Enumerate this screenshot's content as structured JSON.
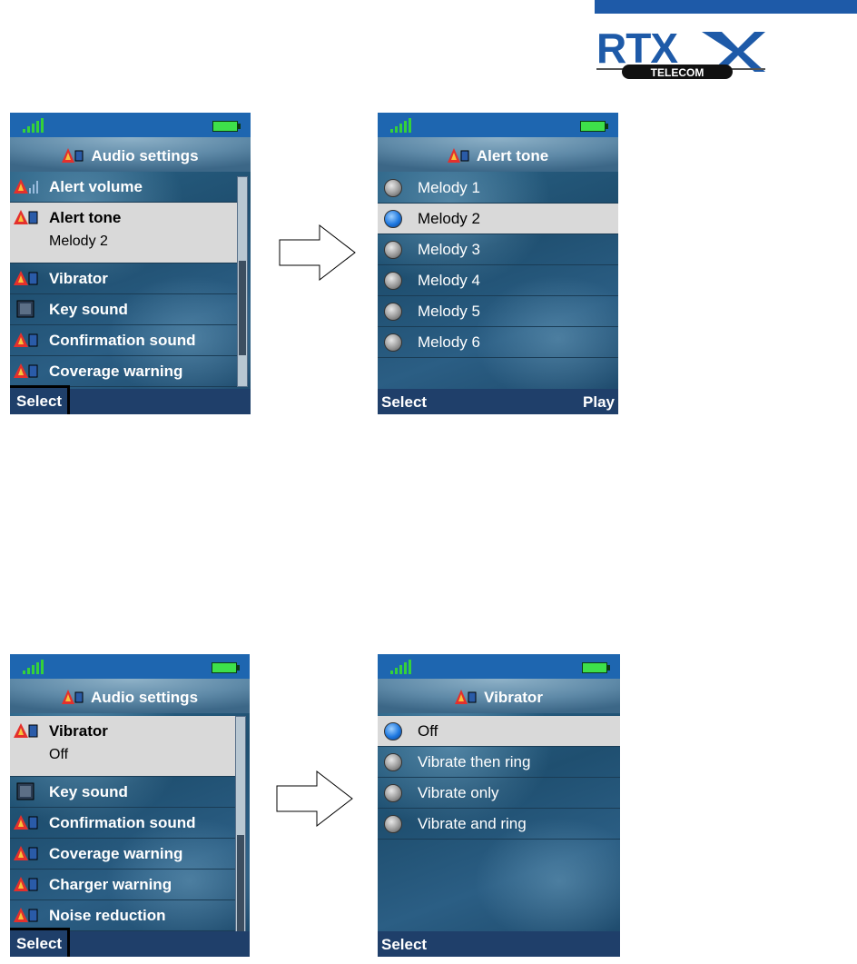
{
  "brand": {
    "logo_text": "RTX",
    "logo_subtext": "TELECOM"
  },
  "colors": {
    "status_bar": "#1e66b0",
    "selection": "#d9d9d9",
    "softkey_bar": "#1f3f6a",
    "brand_blue": "#1e5aa8"
  },
  "screen1": {
    "title": "Audio settings",
    "items": [
      {
        "label": "Alert volume",
        "icon": "audio-volume-icon"
      },
      {
        "label": "Alert tone",
        "value": "Melody 2",
        "icon": "audio-tone-icon",
        "selected": true
      },
      {
        "label": "Vibrator",
        "icon": "vibrator-icon"
      },
      {
        "label": "Key sound",
        "icon": "keypad-icon"
      },
      {
        "label": "Confirmation sound",
        "icon": "audio-icon"
      },
      {
        "label": "Coverage warning",
        "icon": "audio-icon"
      }
    ],
    "softkey_left": "Select"
  },
  "screen2": {
    "title": "Alert tone",
    "options": [
      "Melody 1",
      "Melody 2",
      "Melody 3",
      "Melody 4",
      "Melody 5",
      "Melody 6"
    ],
    "selected_option": "Melody 2",
    "softkey_left": "Select",
    "softkey_right": "Play"
  },
  "screen3": {
    "title": "Audio settings",
    "items": [
      {
        "label": "Vibrator",
        "value": "Off",
        "icon": "vibrator-icon",
        "selected": true
      },
      {
        "label": "Key sound",
        "icon": "keypad-icon"
      },
      {
        "label": "Confirmation sound",
        "icon": "audio-icon"
      },
      {
        "label": "Coverage warning",
        "icon": "audio-icon"
      },
      {
        "label": "Charger warning",
        "icon": "audio-icon"
      },
      {
        "label": "Noise reduction",
        "icon": "audio-icon"
      }
    ],
    "softkey_left": "Select"
  },
  "screen4": {
    "title": "Vibrator",
    "options": [
      "Off",
      "Vibrate then ring",
      "Vibrate only",
      "Vibrate and ring"
    ],
    "selected_option": "Off",
    "softkey_left": "Select"
  }
}
